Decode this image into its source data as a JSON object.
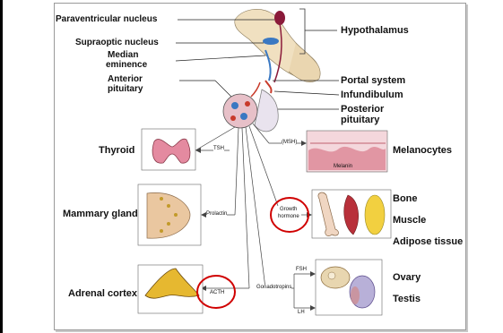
{
  "labels": {
    "paraventricular": "Paraventricular nucleus",
    "supraoptic": "Supraoptic nucleus",
    "median": "Median",
    "eminence": "eminence",
    "anterior": "Anterior",
    "pituitary_a": "pituitary",
    "hypothalamus": "Hypothalamus",
    "portal": "Portal system",
    "infundibulum": "Infundibulum",
    "posterior": "Posterior",
    "pituitary_p": "pituitary",
    "thyroid": "Thyroid",
    "melanocytes": "Melanocytes",
    "mammary": "Mammary gland",
    "bone": "Bone",
    "muscle": "Muscle",
    "adipose": "Adipose tissue",
    "adrenal": "Adrenal cortex",
    "ovary": "Ovary",
    "testis": "Testis"
  },
  "hormones": {
    "tsh": "TSH",
    "msh": "(MSH)",
    "growth1": "Growth",
    "growth2": "hormone",
    "prolactin": "Prolactin",
    "acth": "ACTH",
    "gonadotropins": "Gonadotropins",
    "fsh": "FSH",
    "lh": "LH",
    "melanin": "Melanin"
  },
  "colors": {
    "highlight_circle": "#d00000",
    "pituitary_blue": "#3a78c2",
    "tissue_pink": "#d97a8a"
  }
}
